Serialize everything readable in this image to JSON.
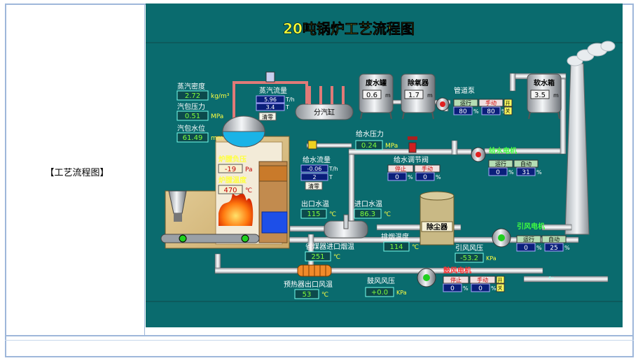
{
  "side_label": "【工艺流程图】",
  "title": "20吨锅炉工艺流程图",
  "steam_density": {
    "label": "蒸汽密度",
    "value": "2.72",
    "unit": "kg/m³"
  },
  "drum_pressure": {
    "label": "汽包压力",
    "value": "0.51",
    "unit": "MPa"
  },
  "drum_level": {
    "label": "汽包水位",
    "value": "61.49",
    "unit": "mm"
  },
  "steam_flow": {
    "label": "蒸汽流量",
    "v1": "5.96",
    "u1": "T/h",
    "v2": "3.4",
    "u2": "T",
    "reset": "清零"
  },
  "header": "分汽缸",
  "waste_tank": {
    "label": "废水罐",
    "value": "0.6",
    "unit": "m"
  },
  "deaerator": {
    "label": "除氧器",
    "value": "1.7",
    "unit": "m"
  },
  "soft_tank": {
    "label": "软水箱",
    "value": "3.5",
    "unit": "m"
  },
  "pipeline_pump": {
    "label": "管道泵",
    "b1": "运行",
    "b2": "手动",
    "b3": "开",
    "v1": "80",
    "v2": "80",
    "pct": "%",
    "off": "关"
  },
  "furnace_pressure": {
    "label": "炉膛负压",
    "value": "-19",
    "unit": "Pa"
  },
  "furnace_temp": {
    "label": "炉膛温度",
    "value": "470",
    "unit": "℃"
  },
  "feed_flow": {
    "label": "给水流量",
    "v1": "-0.06",
    "u1": "T/h",
    "v2": "2",
    "u2": "T",
    "reset": "清零"
  },
  "feed_pressure": {
    "label": "给水压力",
    "value": "0.24",
    "unit": "MPa"
  },
  "feed_valve": {
    "label": "给水调节阀",
    "b1": "停止",
    "b2": "手动",
    "v1": "0",
    "v2": "0",
    "pct": "%"
  },
  "feed_motor": {
    "label": "给水电机",
    "b1": "运行",
    "b2": "自动",
    "v1": "0",
    "v2": "31",
    "pct": "%"
  },
  "outlet_water_temp": {
    "label": "出口水温",
    "value": "115",
    "unit": "℃"
  },
  "inlet_water_temp": {
    "label": "进口水温",
    "value": "86.3",
    "unit": "℃"
  },
  "economizer_inlet_flue": {
    "label": "省煤器进口烟温",
    "value": "251",
    "unit": "℃"
  },
  "exhaust_temp": {
    "label": "排烟温度",
    "value": "114",
    "unit": "℃"
  },
  "dust_collector": "除尘器",
  "induced_motor": {
    "label": "引风电机",
    "b1": "运行",
    "b2": "自动",
    "v1": "0",
    "v2": "25",
    "pct": "%"
  },
  "induced_pressure": {
    "label": "引风风压",
    "value": "-53.2",
    "unit": "KPa"
  },
  "blower_motor": {
    "label": "鼓风电机",
    "b1": "停止",
    "b2": "手动",
    "b3": "开",
    "v1": "0",
    "v2": "0",
    "pct": "%",
    "off": "关"
  },
  "preheater_outlet": {
    "label": "预热器出口风温",
    "value": "53",
    "unit": "℃"
  },
  "blower_pressure": {
    "label": "鼓风风压",
    "value": "+0.0",
    "unit": "KPa"
  }
}
